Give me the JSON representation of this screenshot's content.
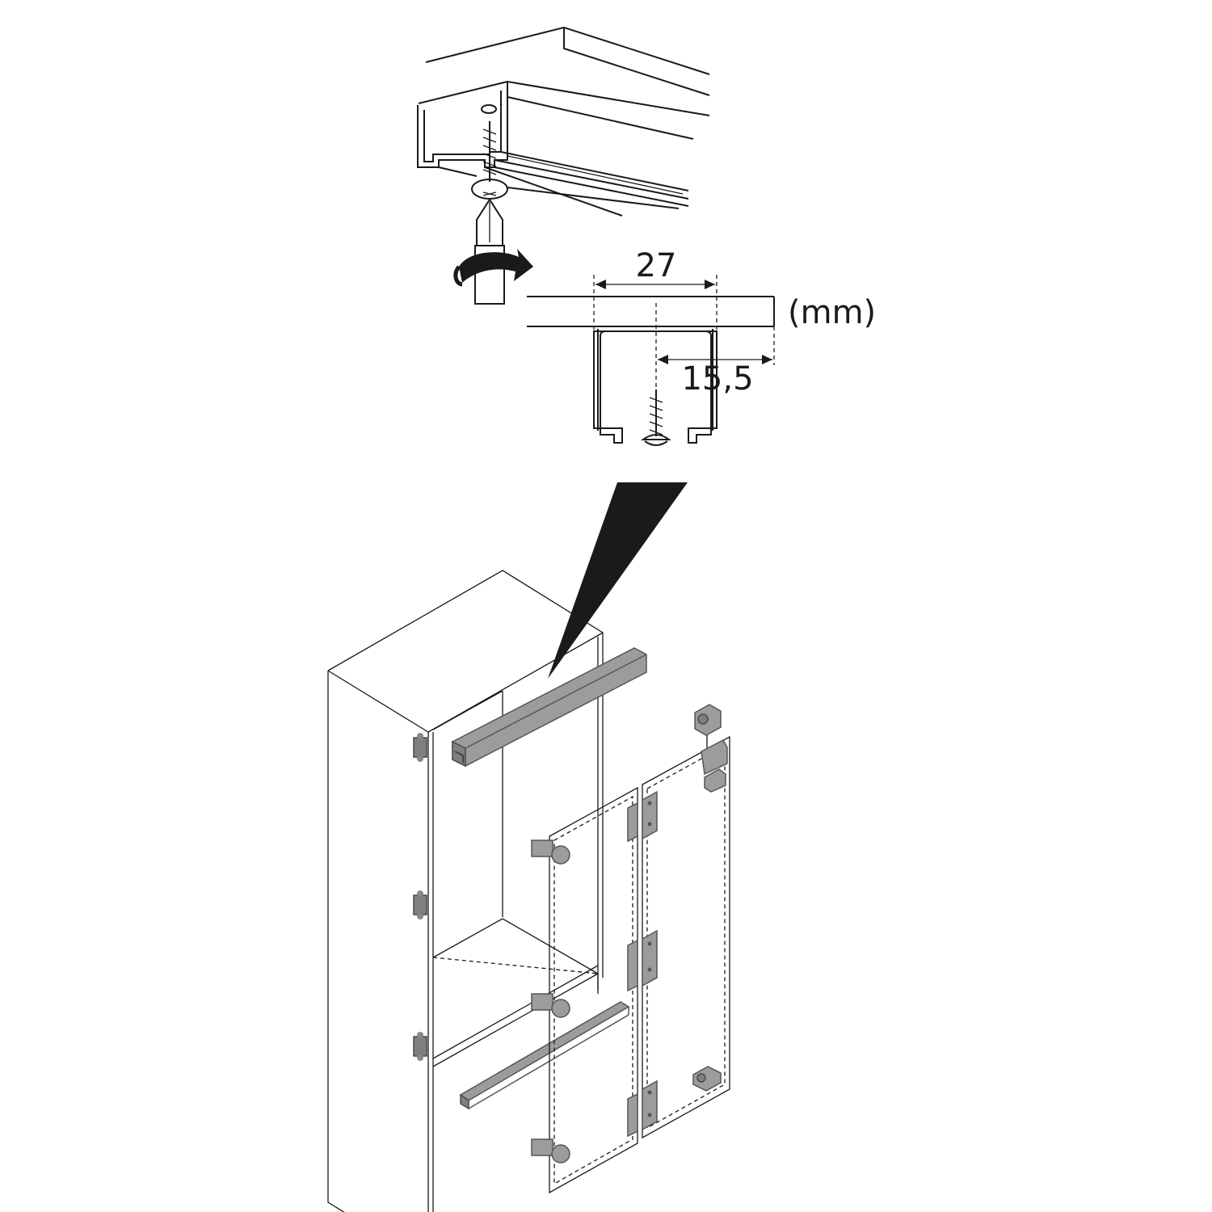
{
  "diagram": {
    "dimensions": {
      "track_width": "27",
      "screw_offset": "15,5",
      "unit": "(mm)"
    },
    "colors": {
      "line": "#1a1a1a",
      "hardware": "#9c9c9c",
      "callout": "#1a1a1a"
    },
    "icons": {
      "rotation": "curved-arrow-icon",
      "tool": "screwdriver-icon",
      "fastener": "screw-icon"
    }
  }
}
